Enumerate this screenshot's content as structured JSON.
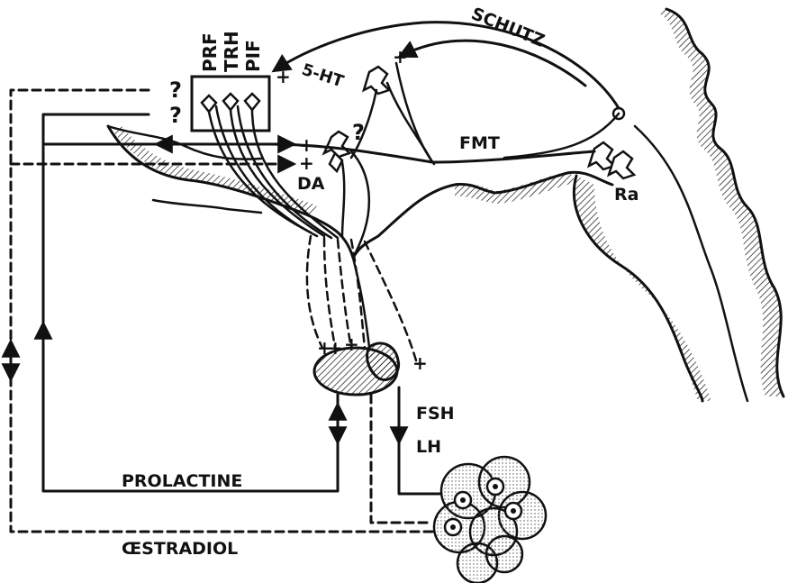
{
  "labels": {
    "prf": "PRF",
    "trh": "TRH",
    "pif": "PIF",
    "serotonin": "5-HT",
    "schutz": "SCHUTZ",
    "fmt": "FMT",
    "da": "DA",
    "ra": "Ra",
    "fsh": "FSH",
    "lh": "LH",
    "prolactine": "PROLACTINE",
    "oestradiol": "ŒSTRADIOL",
    "question": "?",
    "plus": "+"
  }
}
